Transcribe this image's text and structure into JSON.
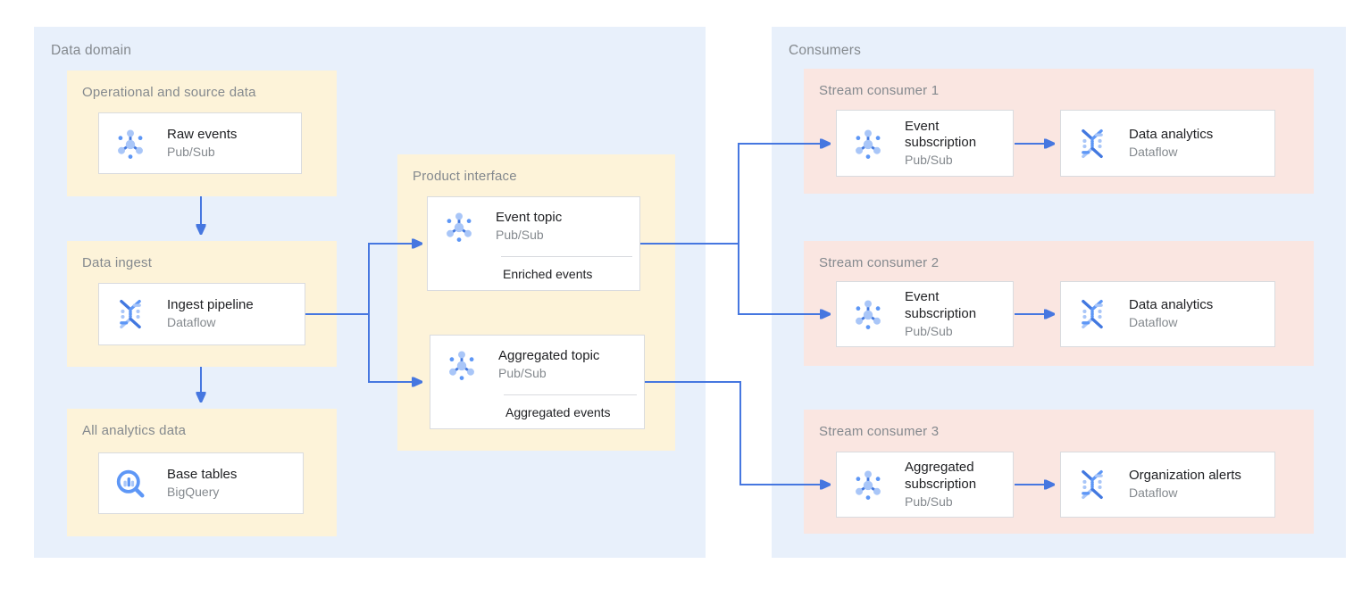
{
  "containers": {
    "data_domain": {
      "label": "Data domain"
    },
    "consumers": {
      "label": "Consumers"
    }
  },
  "groups": {
    "operational": {
      "label": "Operational and source data"
    },
    "data_ingest": {
      "label": "Data ingest"
    },
    "all_analytics": {
      "label": "All analytics data"
    },
    "product_interface": {
      "label": "Product interface"
    },
    "stream1": {
      "label": "Stream consumer 1"
    },
    "stream2": {
      "label": "Stream consumer 2"
    },
    "stream3": {
      "label": "Stream consumer 3"
    }
  },
  "cards": {
    "raw_events": {
      "title": "Raw events",
      "product": "Pub/Sub",
      "icon": "pubsub-icon"
    },
    "ingest_pipeline": {
      "title": "Ingest pipeline",
      "product": "Dataflow",
      "icon": "dataflow-icon"
    },
    "base_tables": {
      "title": "Base tables",
      "product": "BigQuery",
      "icon": "bigquery-icon"
    },
    "event_topic": {
      "title": "Event topic",
      "product": "Pub/Sub",
      "note": "Enriched events",
      "icon": "pubsub-icon"
    },
    "aggregated_topic": {
      "title": "Aggregated topic",
      "product": "Pub/Sub",
      "note": "Aggregated events",
      "icon": "pubsub-icon"
    },
    "event_subscription_1": {
      "title": "Event subscription",
      "product": "Pub/Sub",
      "icon": "pubsub-icon"
    },
    "data_analytics_1": {
      "title": "Data analytics",
      "product": "Dataflow",
      "icon": "dataflow-icon"
    },
    "event_subscription_2": {
      "title": "Event subscription",
      "product": "Pub/Sub",
      "icon": "pubsub-icon"
    },
    "data_analytics_2": {
      "title": "Data analytics",
      "product": "Dataflow",
      "icon": "dataflow-icon"
    },
    "aggregated_subscription": {
      "title": "Aggregated subscription",
      "product": "Pub/Sub",
      "icon": "pubsub-icon"
    },
    "organization_alerts": {
      "title": "Organization alerts",
      "product": "Dataflow",
      "icon": "dataflow-icon"
    }
  },
  "colors": {
    "container_bg": "#e8f0fb",
    "group_yellow": "#fdf3d9",
    "group_pink": "#fae6e1",
    "card_border": "#d9dbdf",
    "arrow": "#4677e0",
    "label_gray": "#84898e",
    "title_dark": "#202124",
    "icon_light": "#a9c6f8",
    "icon_mid": "#5e97f6",
    "icon_dark": "#4278e0"
  }
}
